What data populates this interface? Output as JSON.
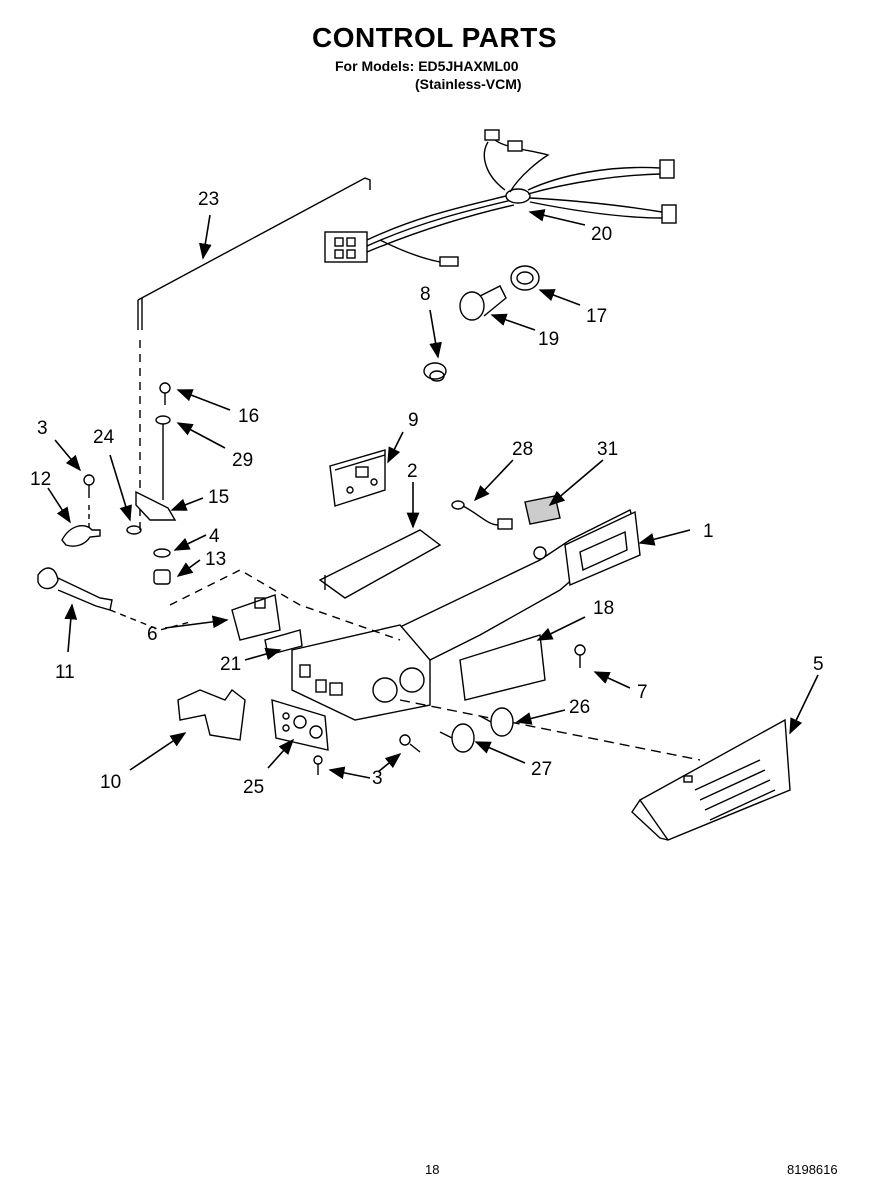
{
  "header": {
    "title": "CONTROL PARTS",
    "models_line": "For Models: ED5JHAXML00",
    "variant_line": "(Stainless-VCM)"
  },
  "callouts": [
    {
      "id": "p1",
      "label": "1"
    },
    {
      "id": "p2",
      "label": "2"
    },
    {
      "id": "p3a",
      "label": "3"
    },
    {
      "id": "p3b",
      "label": "3"
    },
    {
      "id": "p4",
      "label": "4"
    },
    {
      "id": "p5",
      "label": "5"
    },
    {
      "id": "p6",
      "label": "6"
    },
    {
      "id": "p7",
      "label": "7"
    },
    {
      "id": "p8",
      "label": "8"
    },
    {
      "id": "p9",
      "label": "9"
    },
    {
      "id": "p10",
      "label": "10"
    },
    {
      "id": "p11",
      "label": "11"
    },
    {
      "id": "p12",
      "label": "12"
    },
    {
      "id": "p13",
      "label": "13"
    },
    {
      "id": "p15",
      "label": "15"
    },
    {
      "id": "p16",
      "label": "16"
    },
    {
      "id": "p17",
      "label": "17"
    },
    {
      "id": "p18",
      "label": "18"
    },
    {
      "id": "p19",
      "label": "19"
    },
    {
      "id": "p20",
      "label": "20"
    },
    {
      "id": "p21",
      "label": "21"
    },
    {
      "id": "p23",
      "label": "23"
    },
    {
      "id": "p24",
      "label": "24"
    },
    {
      "id": "p25",
      "label": "25"
    },
    {
      "id": "p26",
      "label": "26"
    },
    {
      "id": "p27",
      "label": "27"
    },
    {
      "id": "p28",
      "label": "28"
    },
    {
      "id": "p29",
      "label": "29"
    },
    {
      "id": "p31",
      "label": "31"
    }
  ],
  "footer": {
    "page_number": "18",
    "document_number": "8198616"
  }
}
